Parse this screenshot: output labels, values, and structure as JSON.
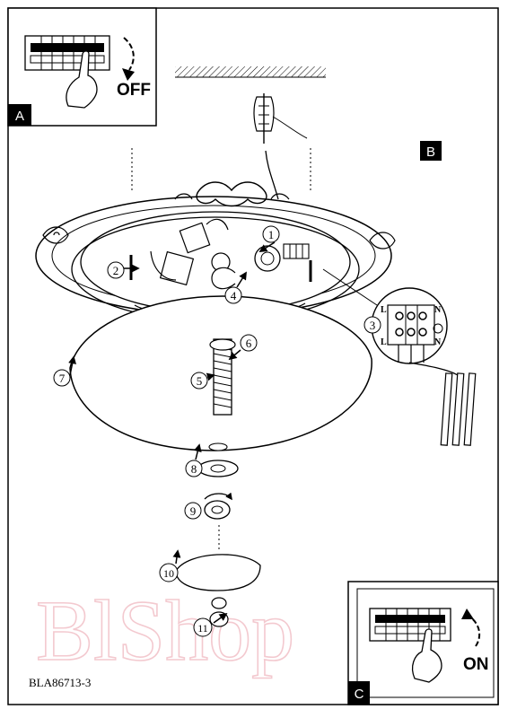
{
  "panels": {
    "a": {
      "letter": "A",
      "switch_label": "OFF"
    },
    "b": {
      "letter": "B"
    },
    "c": {
      "letter": "C",
      "switch_label": "ON"
    }
  },
  "terminal_labels": {
    "top": [
      "L",
      "N"
    ],
    "bottom": [
      "L",
      "N"
    ]
  },
  "steps": [
    "1",
    "2",
    "3",
    "4",
    "5",
    "6",
    "7",
    "8",
    "9",
    "10",
    "11"
  ],
  "product_code": "BLA86713-3",
  "watermark": "BlShop"
}
